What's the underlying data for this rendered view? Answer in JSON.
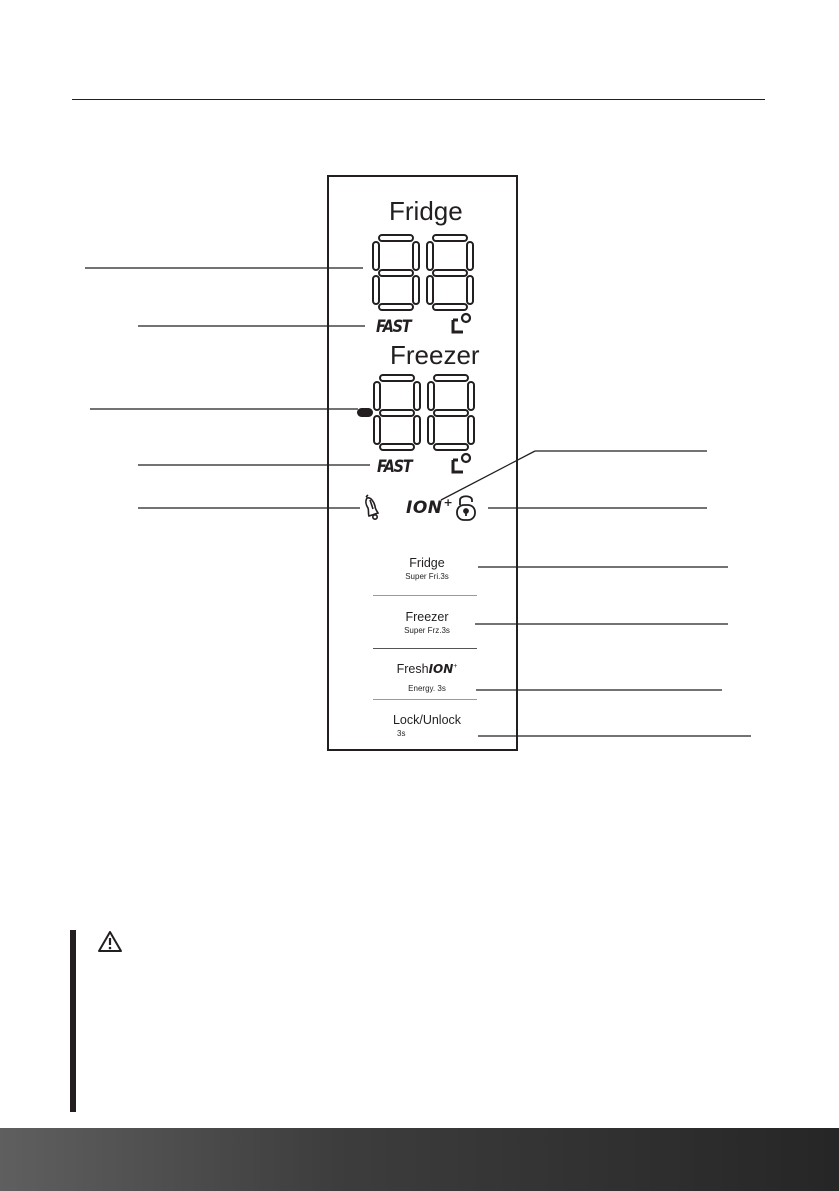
{
  "display": {
    "fridge_title": "Fridge",
    "freezer_title": "Freezer",
    "fridge_digits": "88",
    "freezer_digits": "88",
    "fridge_fast": "FAST",
    "freezer_fast": "FAST",
    "temp_unit": "C°",
    "ion_logo": "ION",
    "ion_plus": "+"
  },
  "buttons": [
    {
      "main": "Fridge",
      "sub": "Super Fri.3s"
    },
    {
      "main": "Freezer",
      "sub": "Super Frz.3s"
    },
    {
      "main": "Fresh",
      "main_logo": "ION",
      "main_logo_plus": "+",
      "sub": "Energy. 3s"
    },
    {
      "main": "Lock/Unlock",
      "sub": "3s"
    }
  ],
  "icons": {
    "alarm": "alarm-bell-icon",
    "lock": "padlock-icon",
    "warning": "warning-triangle-icon"
  },
  "colors": {
    "ink": "#231f20",
    "segment": "#231f20",
    "separator": "#9a9a9a",
    "footer_dark": "#262626",
    "footer_light": "#5f5f5f"
  }
}
